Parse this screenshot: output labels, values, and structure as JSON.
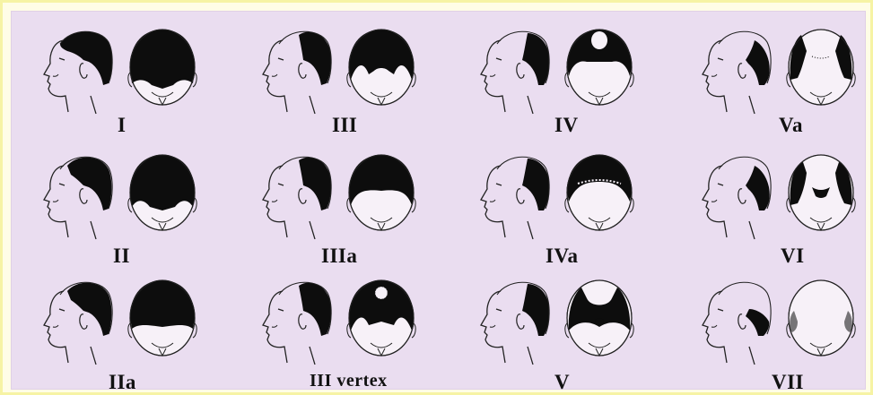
{
  "colors": {
    "background": "#eaddf0",
    "hair": "#0d0d0d",
    "line": "#222222",
    "skin": "#f7f1f8"
  },
  "stages": [
    {
      "label": "I",
      "side_hair": "full",
      "top_hair": "full"
    },
    {
      "label": "III",
      "side_hair": "recessed",
      "top_hair": "deep-recession"
    },
    {
      "label": "IV",
      "side_hair": "receding",
      "top_hair": "front-plus-crown"
    },
    {
      "label": "Va",
      "side_hair": "sides",
      "top_hair": "thin-band"
    },
    {
      "label": "II",
      "side_hair": "slight",
      "top_hair": "temple-recession"
    },
    {
      "label": "IIIa",
      "side_hair": "recessed",
      "top_hair": "midfront"
    },
    {
      "label": "IVa",
      "side_hair": "receding",
      "top_hair": "frontal-thin"
    },
    {
      "label": "VI",
      "side_hair": "sides",
      "top_hair": "bridge-lost"
    },
    {
      "label": "IIa",
      "side_hair": "slight",
      "top_hair": "frontal-line"
    },
    {
      "label": "III vertex",
      "side_hair": "recessed",
      "top_hair": "vertex-spot"
    },
    {
      "label": "V",
      "side_hair": "receding",
      "top_hair": "band-crown"
    },
    {
      "label": "VII",
      "side_hair": "fringe",
      "top_hair": "horseshoe"
    }
  ]
}
